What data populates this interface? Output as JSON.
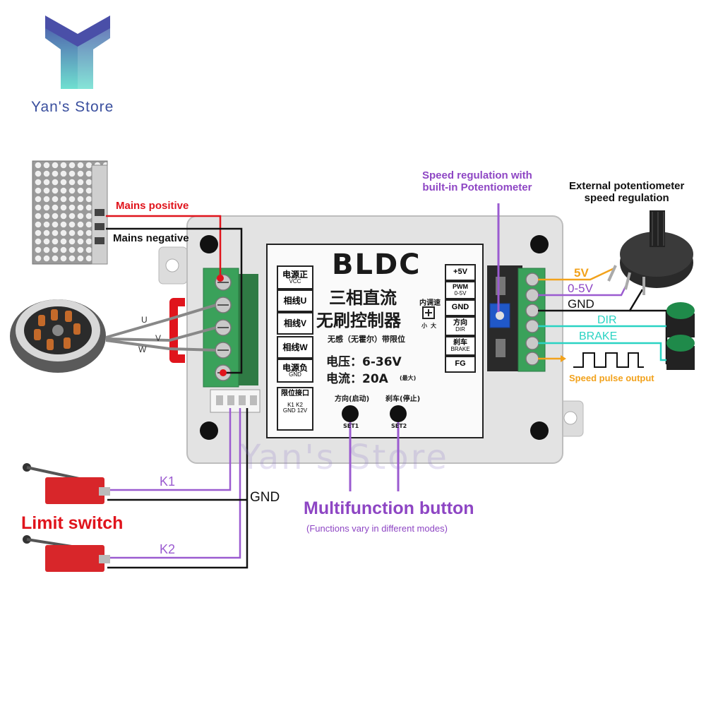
{
  "brand": {
    "name": "Yan's Store"
  },
  "watermark": "Yan's Store",
  "labels": {
    "mains_positive": "Mains positive",
    "mains_negative": "Mains negative",
    "phase_u": "U",
    "phase_v": "V",
    "phase_w": "W",
    "k1": "K1",
    "k2": "K2",
    "gnd_limit": "GND",
    "limit_switch": "Limit switch",
    "speed_builtin": "Speed regulation with\nbuilt-in Potentiometer",
    "ext_pot": "External potentiometer\nspeed regulation",
    "out_5v": "5V",
    "out_0_5v": "0-5V",
    "out_gnd": "GND",
    "out_dir": "DIR",
    "out_brake": "BRAKE",
    "speed_pulse": "Speed pulse output",
    "multifunction": "Multifunction button",
    "multifunction_note": "(Functions vary in different modes)"
  },
  "panel": {
    "title": "BLDC",
    "name_line1": "三相直流",
    "name_line2": "无刷控制器",
    "subtitle": "无感（无霍尔）带限位",
    "pot_label": "内调速",
    "pot_small": "小",
    "pot_big": "大",
    "voltage": "电压：6-36V",
    "current": "电流：20A",
    "current_note": "(最大)",
    "left_cells": [
      {
        "main": "电源正",
        "sub": "VCC"
      },
      {
        "main": "相线U",
        "sub": ""
      },
      {
        "main": "相线V",
        "sub": ""
      },
      {
        "main": "相线W",
        "sub": ""
      },
      {
        "main": "电源负",
        "sub": "GND"
      }
    ],
    "limit_port_label": "限位接口",
    "limit_port_pins": "K1 K2 GND 12V",
    "right_cells": [
      {
        "main": "+5V",
        "sub": ""
      },
      {
        "main": "PWM",
        "sub": "0-5V"
      },
      {
        "main": "GND",
        "sub": ""
      },
      {
        "main": "方向",
        "sub": "DIR"
      },
      {
        "main": "刹车",
        "sub": "BRAKE"
      },
      {
        "main": "FG",
        "sub": ""
      }
    ],
    "btn1_label": "方向(启动)",
    "btn2_label": "刹车(停止)",
    "set1": "SET1",
    "set2": "SET2"
  },
  "colors": {
    "red_wire": "#e0141c",
    "purple_wire": "#9b5bd0",
    "orange_wire": "#f2a21c",
    "cyan_wire": "#2ad3c3",
    "terminal_green": "#3aa15a",
    "logo_top": "#4a4fa8",
    "logo_bottom": "#6fe0d0"
  }
}
